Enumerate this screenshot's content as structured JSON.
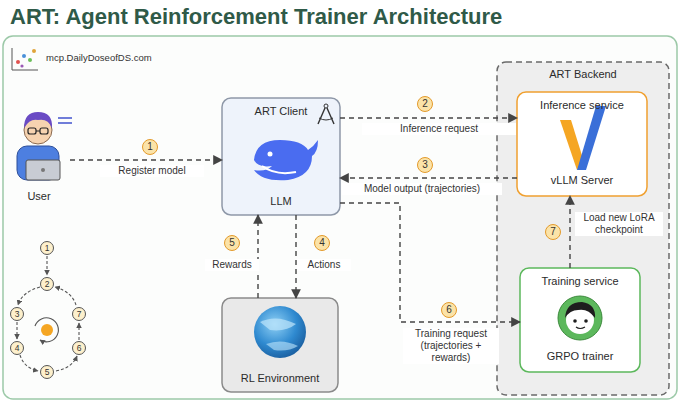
{
  "diagram": {
    "title": "ART: Agent Reinforcement Trainer Architecture",
    "nodes": [
      {
        "text": [
          "User"
        ]
      },
      {
        "text": [
          "ART Client",
          "LLM"
        ]
      },
      {
        "text": [
          "RL Environment"
        ]
      },
      {
        "text": [
          "ART Backend"
        ]
      },
      {
        "text": [
          "Inference service",
          "vLLM Server"
        ],
        "in": 3
      },
      {
        "text": [
          "Training service",
          "GRPO trainer"
        ],
        "in": 3
      }
    ],
    "edges": [
      {
        "from": 0,
        "to": 1,
        "label": "Register model",
        "arrow": "to"
      },
      {
        "from": 1,
        "to": 4,
        "label": "Inference request",
        "arrow": "to"
      },
      {
        "from": 4,
        "to": 1,
        "label": "Model output (trajectories)",
        "arrow": "to"
      },
      {
        "from": 1,
        "to": 2,
        "label": "Actions",
        "arrow": "to"
      },
      {
        "from": 2,
        "to": 1,
        "label": "Rewards",
        "arrow": "to"
      },
      {
        "from": 1,
        "to": 5,
        "label": "Training request (trajectories + rewards)",
        "arrow": "to"
      },
      {
        "from": 5,
        "to": 4,
        "label": "Load new LoRA checkpoint",
        "arrow": "to"
      }
    ],
    "labels": [
      "mcp.DailyDoseofDS.com",
      "1",
      "2",
      "3",
      "4",
      "5",
      "6",
      "7",
      "1",
      "2",
      "3",
      "4",
      "5",
      "6",
      "7"
    ]
  }
}
